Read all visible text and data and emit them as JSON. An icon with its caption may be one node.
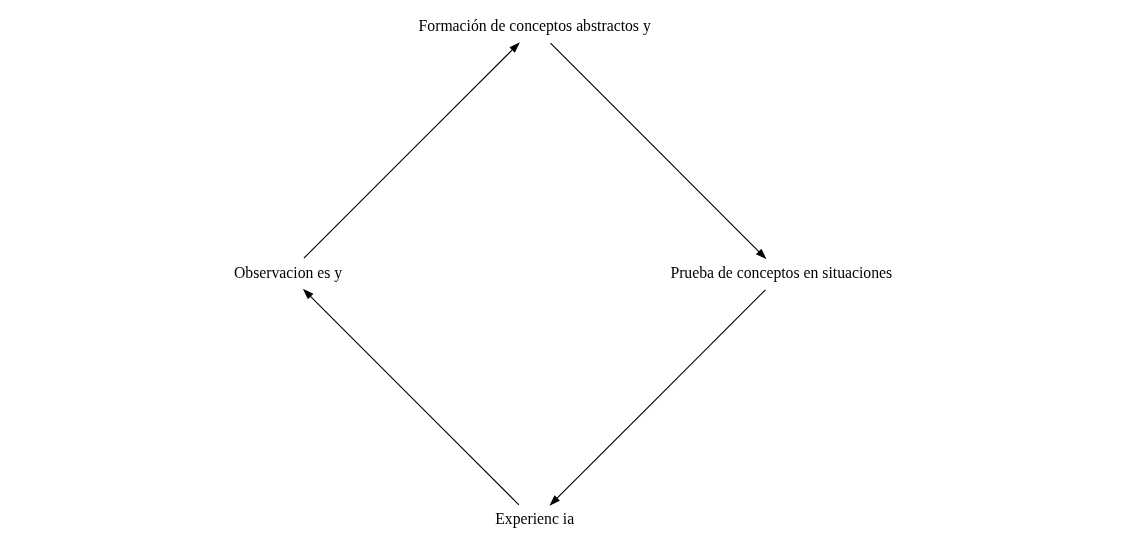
{
  "diagram": {
    "nodes": [
      {
        "text": [
          "Experienc ia"
        ]
      },
      {
        "text": [
          "Observacion es y"
        ]
      },
      {
        "text": [
          "Formación de conceptos abstractos y"
        ]
      },
      {
        "text": [
          "Prueba de conceptos en situaciones"
        ]
      }
    ],
    "edges": [
      {
        "from": 0,
        "to": 1,
        "arrow": "to"
      },
      {
        "from": 1,
        "to": 2,
        "arrow": "to"
      },
      {
        "from": 2,
        "to": 3,
        "arrow": "to"
      },
      {
        "from": 3,
        "to": 0,
        "arrow": "to"
      }
    ]
  }
}
